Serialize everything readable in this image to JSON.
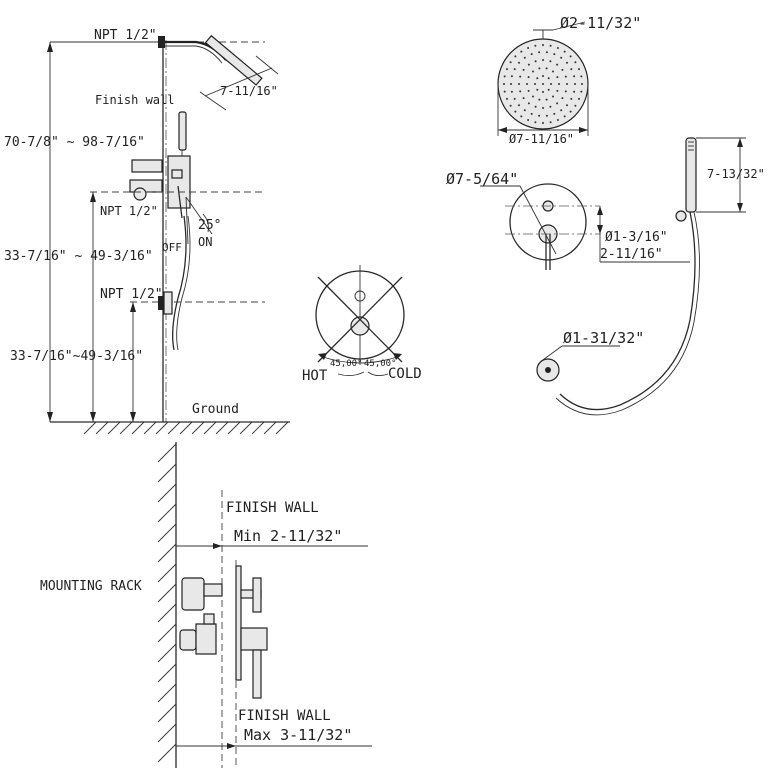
{
  "labels": {
    "npt_top": "NPT 1/2\"",
    "npt_mid": "NPT 1/2\"",
    "npt_low": "NPT 1/2\"",
    "finish_wall_top": "Finish wall",
    "head_width": "7-11/16\"",
    "total_height": "70-7/8\" ~ 98-7/16\"",
    "valve_height": "33-7/16\" ~ 49-3/16\"",
    "outlet_height": "33-7/16\"~49-3/16\"",
    "angle": "25°",
    "off": "OFF",
    "on": "ON",
    "ground": "Ground",
    "arm_flange_dia": "Ø2-11/32\"",
    "head_dia": "Ø7-11/16\"",
    "plate_dia": "Ø7-5/64\"",
    "handle_dia": "Ø1-3/16\"",
    "handle_offset": "2-11/16\"",
    "handshower_len": "7-13/32\"",
    "outlet_dia": "Ø1-31/32\"",
    "hot": "HOT",
    "cold": "COLD",
    "angle_left": "45,00°",
    "angle_right": "45,00°",
    "finish_wall_min": "FINISH WALL",
    "min_depth": "Min 2-11/32\"",
    "mounting_rack": "MOUNTING RACK",
    "finish_wall_max": "FINISH WALL",
    "max_depth": "Max 3-11/32\""
  }
}
